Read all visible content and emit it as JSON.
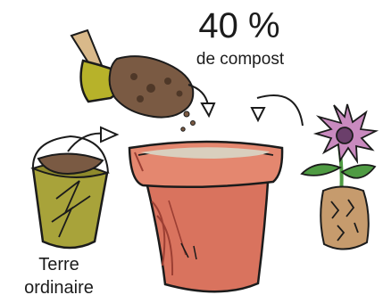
{
  "labels": {
    "percentage": "40 %",
    "compost": "de compost",
    "terre_line1": "Terre",
    "terre_line2": "ordinaire"
  },
  "colors": {
    "pot": "#d9735e",
    "pot_rim": "#e4876f",
    "shovel_blade": "#b7b22a",
    "shovel_handle": "#d9b98a",
    "bucket": "#a8a33a",
    "soil": "#7a5a43",
    "flower_petals": "#c98abf",
    "flower_center": "#6b3f6b",
    "leaves": "#4f9b43",
    "root_ball": "#c69b6d",
    "outline": "#1b1b1b"
  },
  "icons": {
    "pot": "terracotta-pot-icon",
    "shovel": "shovel-icon",
    "bucket": "bucket-icon",
    "flower": "flower-icon"
  }
}
